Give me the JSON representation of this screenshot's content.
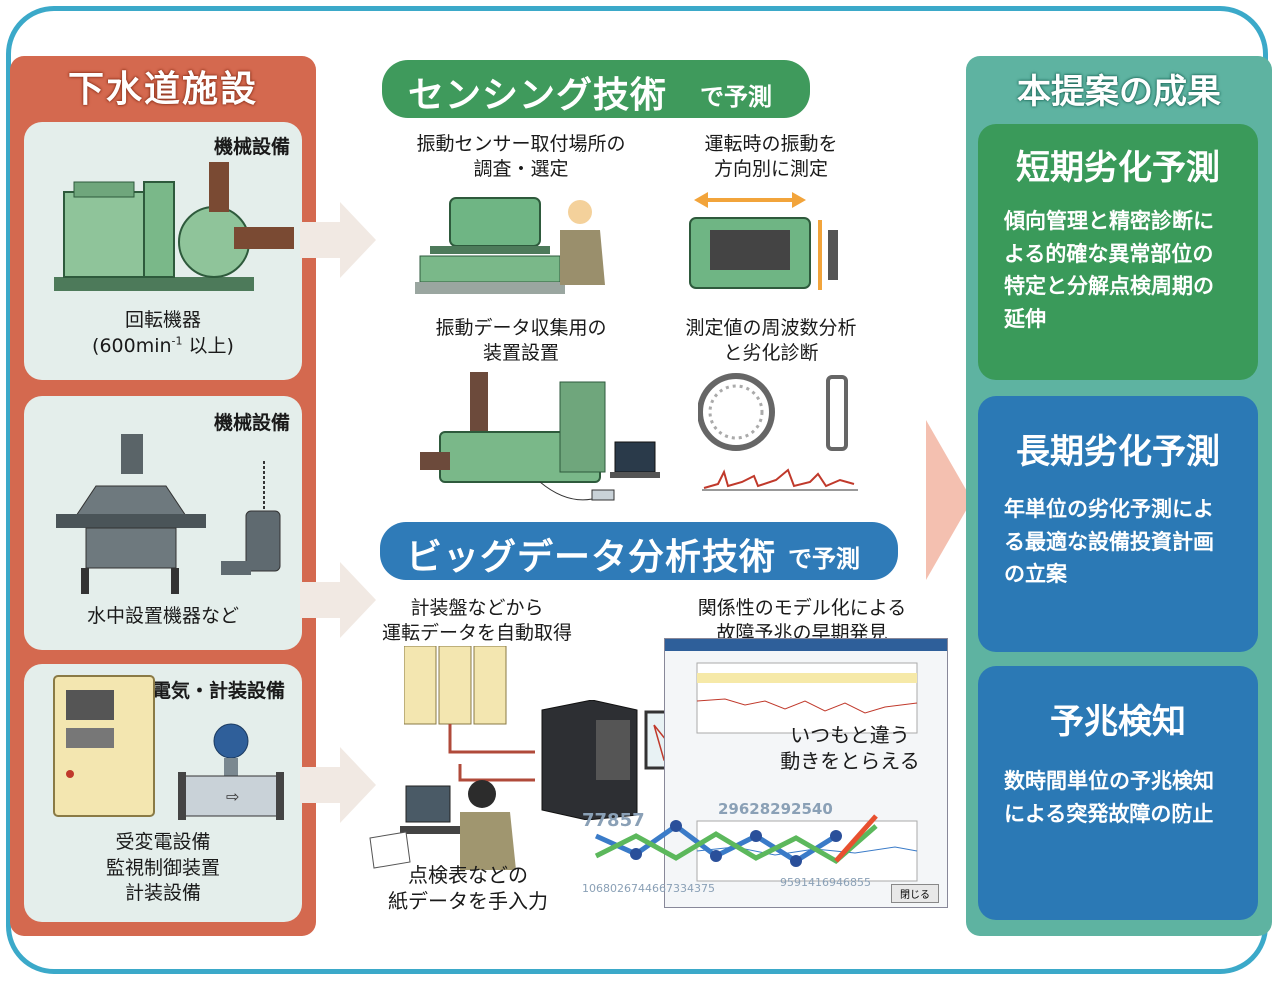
{
  "left": {
    "title": "下水道施設",
    "cards": [
      {
        "label": "機械設備",
        "text1": "回転機器",
        "text2": "(600min",
        "text2sup": "-1",
        "text2end": " 以上)"
      },
      {
        "label": "機械設備",
        "text1": "水中設置機器など"
      },
      {
        "label": "電気・計装設備",
        "lines": [
          "受変電設備",
          "監視制御装置",
          "計装設備"
        ]
      }
    ]
  },
  "sensing": {
    "header_big": "センシング技術",
    "header_small": "で予測",
    "steps": [
      {
        "line1": "振動センサー取付場所の",
        "line2": "調査・選定"
      },
      {
        "line1": "運転時の振動を",
        "line2": "方向別に測定"
      },
      {
        "line1": "振動データ収集用の",
        "line2": "装置設置"
      },
      {
        "line1": "測定値の周波数分析",
        "line2": "と劣化診断"
      }
    ]
  },
  "bigdata": {
    "header_big": "ビッグデータ分析技術",
    "header_small": "で予測",
    "auto_line1": "計装盤などから",
    "auto_line2": "運転データを自動取得",
    "model_line1": "関係性のモデル化による",
    "model_line2": "故障予兆の早期発見",
    "anomaly_line1": "いつもと違う",
    "anomaly_line2": "動きをとらえる",
    "paper_line1": "点検表などの",
    "paper_line2": "紙データを手入力",
    "numbers": [
      "77857",
      "29628292540",
      "1068026744667334375",
      "9591416946855"
    ],
    "window_close": "閉じる"
  },
  "right": {
    "title": "本提案の成果",
    "boxes": [
      {
        "heading": "短期劣化予測",
        "body": [
          "傾向管理と精密診断に",
          "よる的確な異常部位の",
          "特定と分解点検周期の",
          "延伸"
        ]
      },
      {
        "heading": "長期劣化予測",
        "body": [
          "年単位の劣化予測によ",
          "る最適な設備投資計画",
          "の立案"
        ]
      },
      {
        "heading": "予兆検知",
        "body": [
          "数時間単位の予兆検知",
          "による突発故障の防止"
        ]
      }
    ]
  },
  "colors": {
    "frame": "#3ba9c9",
    "left_bg": "#d4694f",
    "sensing": "#3f9a5c",
    "bigdata": "#2f7bb8",
    "right_bg": "#5eb3a1",
    "short_term": "#3a9a5a",
    "long_term": "#2b79b5"
  }
}
